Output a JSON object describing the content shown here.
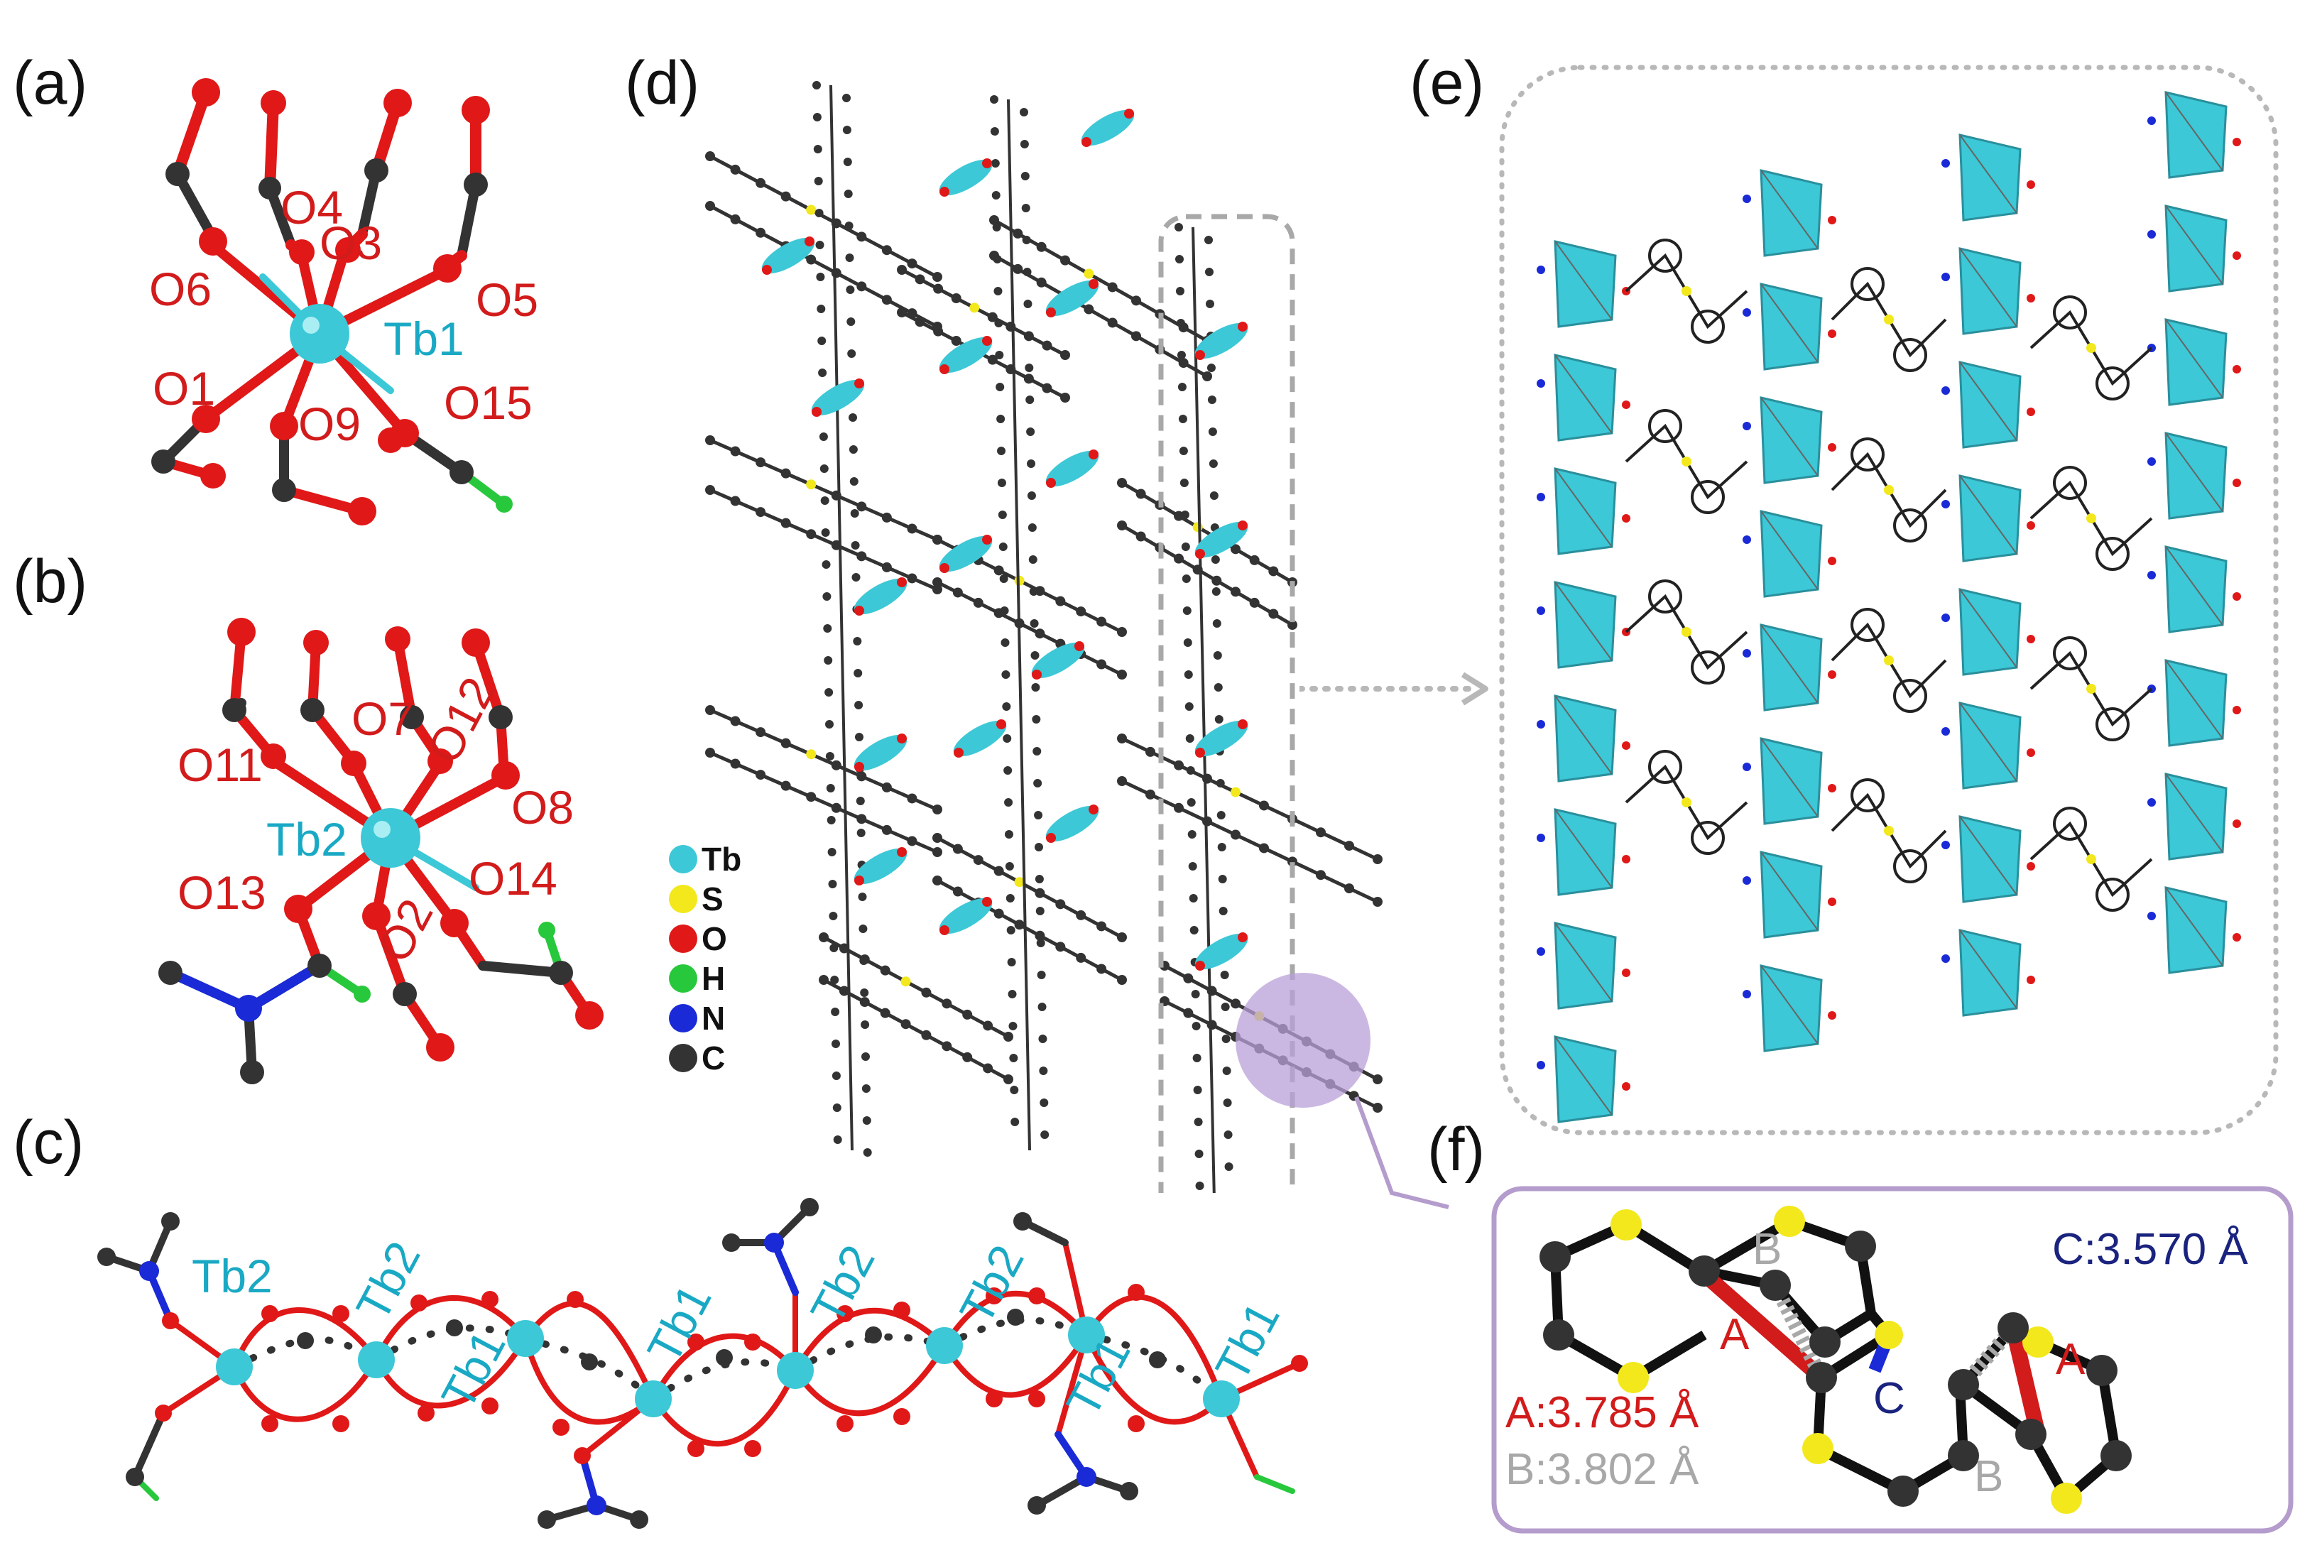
{
  "panels": {
    "a": {
      "label": "(a)",
      "center_atom": "Tb1",
      "oxygen_labels": [
        "O4",
        "O3",
        "O6",
        "O5",
        "O1",
        "O9",
        "O15"
      ]
    },
    "b": {
      "label": "(b)",
      "center_atom": "Tb2",
      "oxygen_labels": [
        "O7",
        "O12",
        "O11",
        "O8",
        "O13",
        "O14",
        "O2"
      ]
    },
    "c": {
      "label": "(c)",
      "chain_labels": [
        "Tb2",
        "Tb2",
        "Tb1",
        "Tb1",
        "Tb2",
        "Tb2",
        "Tb1",
        "Tb1"
      ]
    },
    "d": {
      "label": "(d)",
      "legend": [
        {
          "element": "Tb",
          "color": "#3cc8d6"
        },
        {
          "element": "S",
          "color": "#f2e81c"
        },
        {
          "element": "O",
          "color": "#e01818"
        },
        {
          "element": "H",
          "color": "#28c83c"
        },
        {
          "element": "N",
          "color": "#1a2ad6"
        },
        {
          "element": "C",
          "color": "#333333"
        }
      ]
    },
    "e": {
      "label": "(e)"
    },
    "f": {
      "label": "(f)",
      "contact_labels": [
        "A",
        "B",
        "C"
      ],
      "measurements": [
        {
          "text": "A:3.785 Å",
          "color": "#d21b1b"
        },
        {
          "text": "B:3.802 Å",
          "color": "#a8a8a8"
        },
        {
          "text": "C:3.570 Å",
          "color": "#1a237e"
        }
      ]
    }
  },
  "colors": {
    "tb": "#3cc8d6",
    "oxygen": "#e01818",
    "carbon": "#333333",
    "sulfur": "#f2e81c",
    "nitrogen": "#1a2ad6",
    "hydrogen": "#28c83c",
    "inset_border": "#b49ccc",
    "dotted_border": "#b8b8b8"
  }
}
